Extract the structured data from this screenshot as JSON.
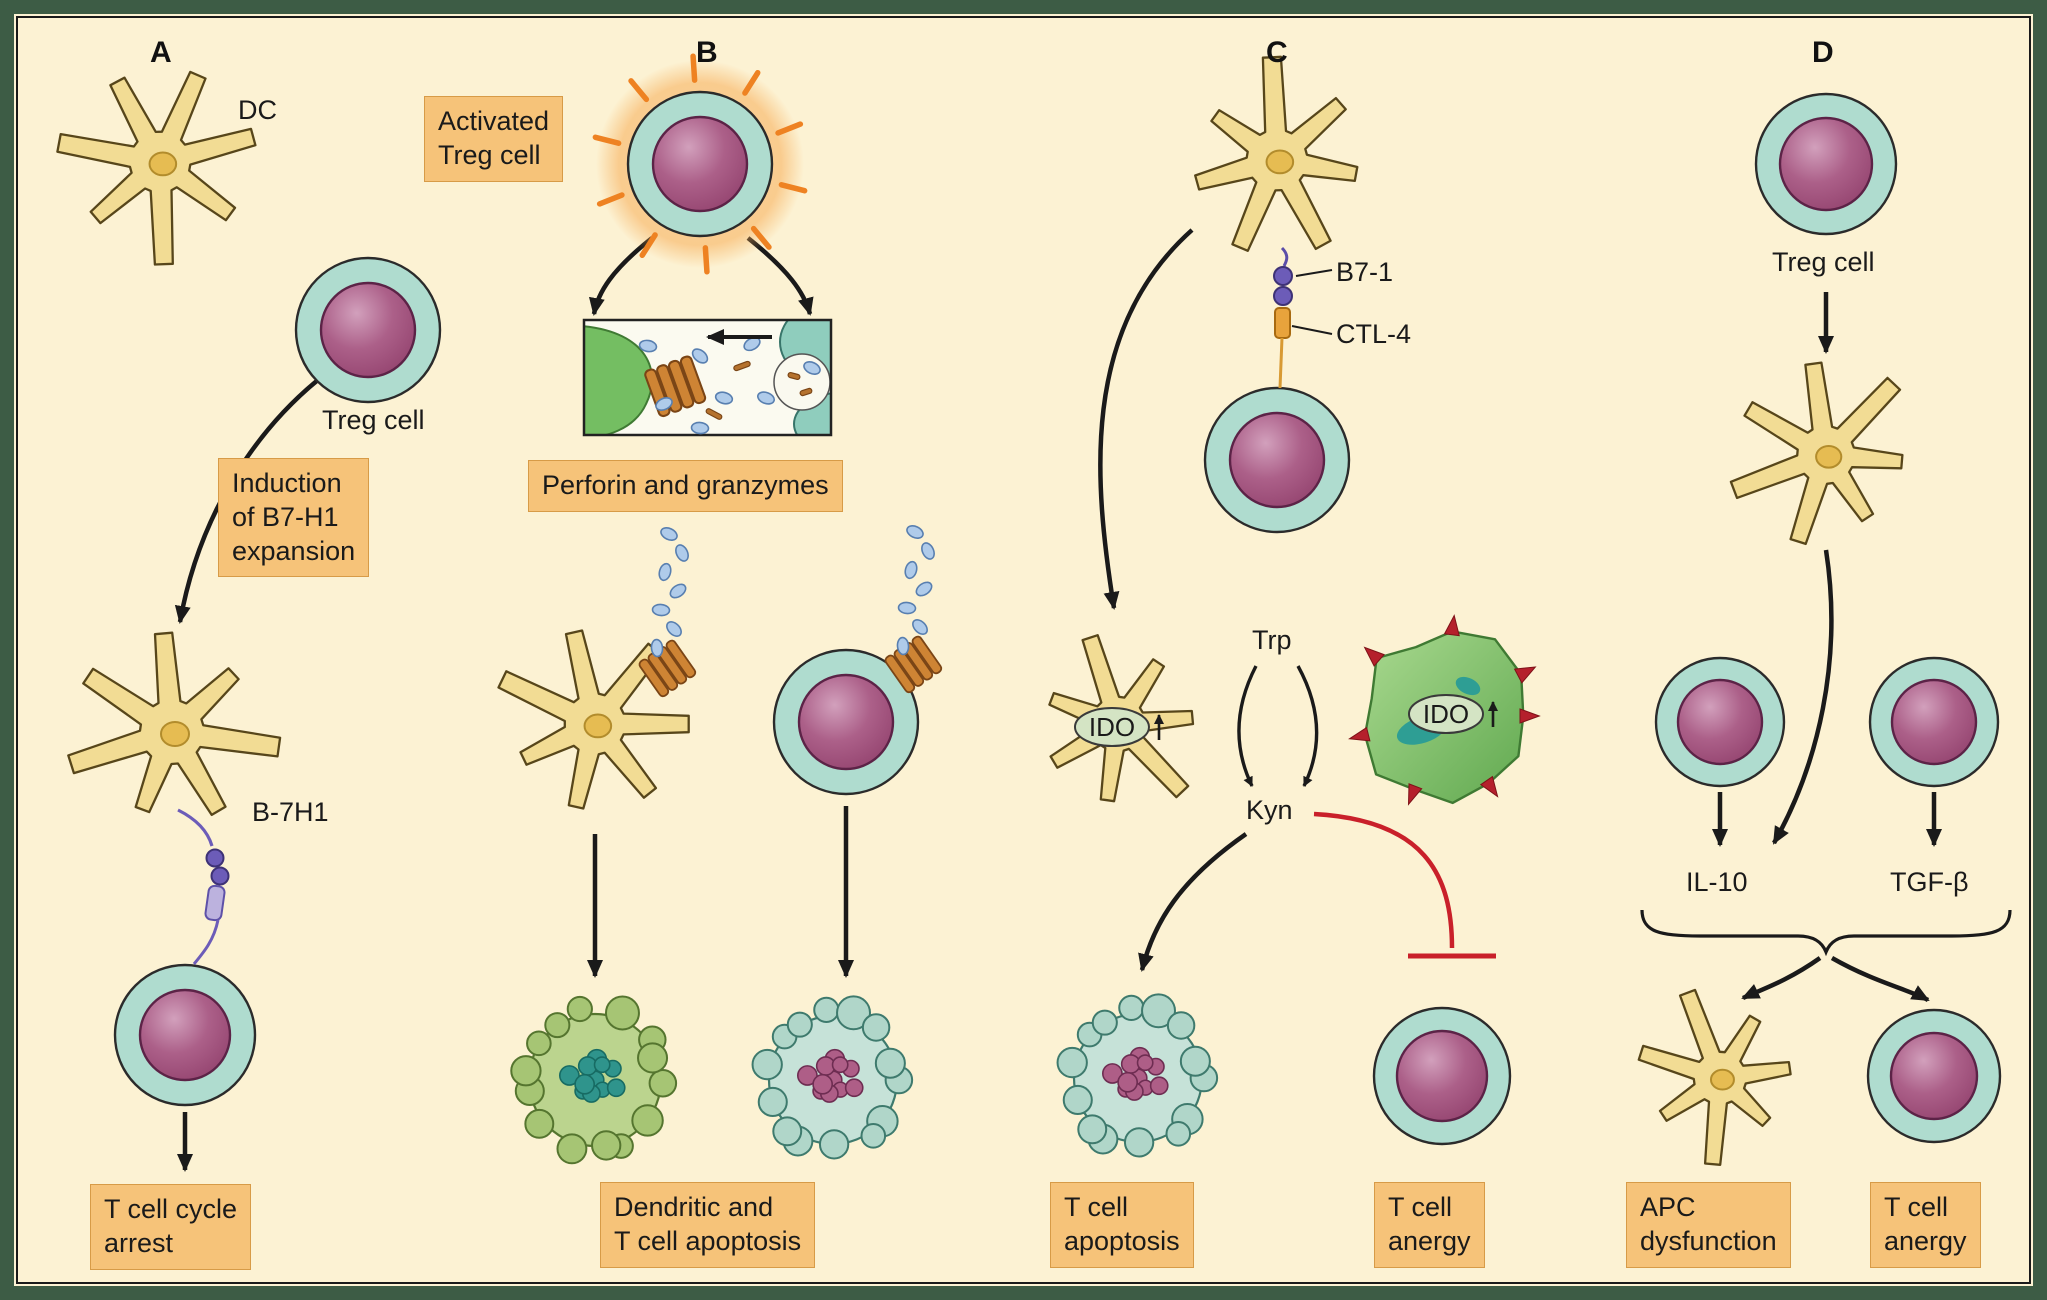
{
  "panels": {
    "a": {
      "letter": "A",
      "dc": "DC",
      "treg": "Treg cell",
      "induction": "Induction\nof B7-H1\nexpansion",
      "b7h1": "B-7H1",
      "outcome": "T cell cycle\narrest"
    },
    "b": {
      "letter": "B",
      "activated": "Activated\nTreg cell",
      "perforin": "Perforin and granzymes",
      "outcome": "Dendritic and\nT cell apoptosis"
    },
    "c": {
      "letter": "C",
      "b71": "B7-1",
      "ctl4": "CTL-4",
      "trp": "Trp",
      "kyn": "Kyn",
      "ido": "IDO",
      "apoptosis": "T cell\napoptosis",
      "anergy": "T cell\nanergy"
    },
    "d": {
      "letter": "D",
      "treg": "Treg cell",
      "il10": "IL-10",
      "tgfb": "TGF-β",
      "apc": "APC\ndysfunction",
      "anergy": "T cell\nanergy"
    }
  },
  "colors": {
    "background": "#FCF2D3",
    "frame": "#3D5C45",
    "label_box": "#F6C379",
    "arrow": "#1A1A1A",
    "inhibit_line": "#C9202A",
    "cell_body": "#AFDCCF",
    "cell_nucleus": "#A0507C",
    "dc_body": "#F2DC94",
    "granzyme_dot": "#AFCBEA",
    "perforin_cylinder": "#CE8434"
  }
}
